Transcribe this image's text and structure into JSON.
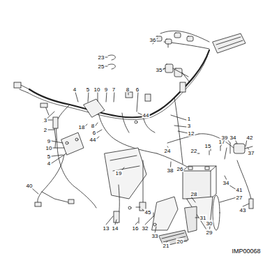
{
  "diagram": {
    "labels": [
      "36",
      "23",
      "25",
      "35",
      "4",
      "5",
      "10",
      "9",
      "7",
      "8",
      "6",
      "44",
      "1",
      "3",
      "12",
      "3",
      "18",
      "8",
      "6",
      "44",
      "2",
      "9",
      "10",
      "5",
      "4",
      "24",
      "22",
      "15",
      "17",
      "39",
      "34",
      "42",
      "37",
      "26",
      "19",
      "38",
      "40",
      "41",
      "27",
      "43",
      "34",
      "28",
      "45",
      "13",
      "14",
      "16",
      "32",
      "31",
      "30",
      "29",
      "33",
      "21",
      "20",
      "IMP00068"
    ]
  }
}
